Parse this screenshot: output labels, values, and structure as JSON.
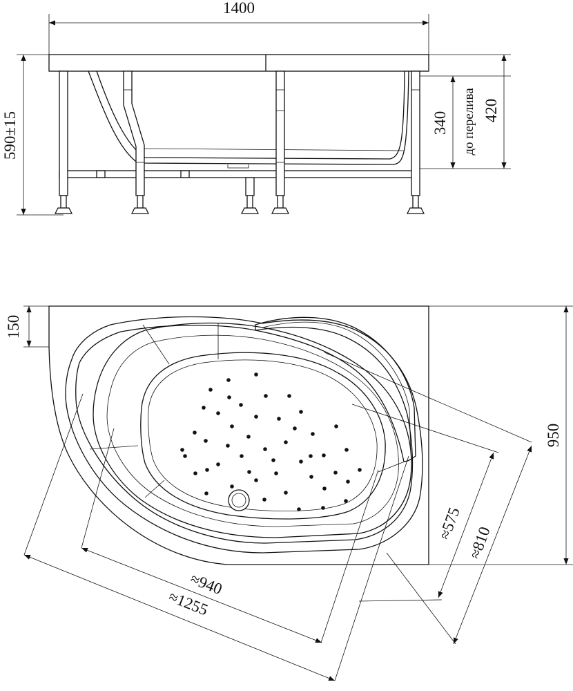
{
  "side_view": {
    "width_label": "1400",
    "height_label": "590±15",
    "overflow_height_label": "340",
    "overflow_note": "до перелива",
    "rim_height_label": "420"
  },
  "top_view": {
    "offset_label": "150",
    "depth_label": "950",
    "inner_diag_label": "≈575",
    "outer_diag_label": "≈810",
    "inner_length_label": "≈940",
    "outer_length_label": "≈1255",
    "air_jet_count": 48
  }
}
